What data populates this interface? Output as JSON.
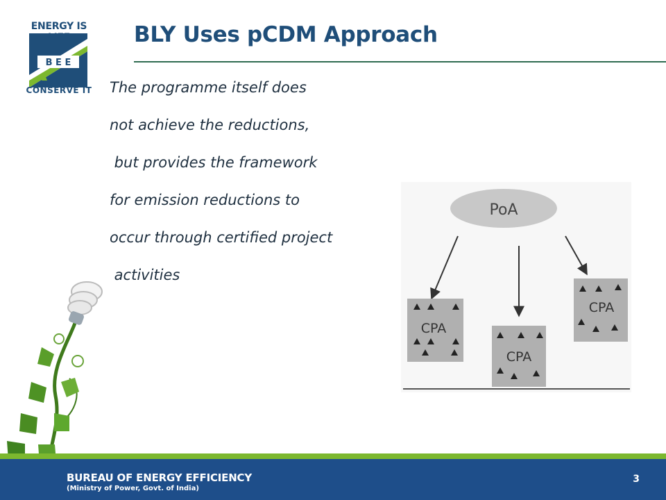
{
  "slide": {
    "title": "BLY Uses pCDM Approach",
    "body_lines": [
      "The programme itself does",
      "not achieve the reductions,",
      " but provides the framework",
      "for emission reductions to",
      "occur through certified project",
      " activities"
    ],
    "page_number": "3"
  },
  "logo": {
    "top_text": "ENERGY IS LIFE",
    "middle_text": "B E E",
    "bottom_text": "CONSERVE IT"
  },
  "diagram": {
    "root_label": "PoA",
    "child_labels": [
      "CPA",
      "CPA",
      "CPA"
    ]
  },
  "footer": {
    "title": "BUREAU OF ENERGY EFFICIENCY",
    "subtitle": "(Ministry of Power, Govt. of India)"
  },
  "colors": {
    "title": "#1f4e79",
    "footer_band": "#1e4e8a",
    "footer_accent": "#7cb82f",
    "diagram_ellipse": "#c8c8c8",
    "diagram_box": "#b0b0b0"
  }
}
